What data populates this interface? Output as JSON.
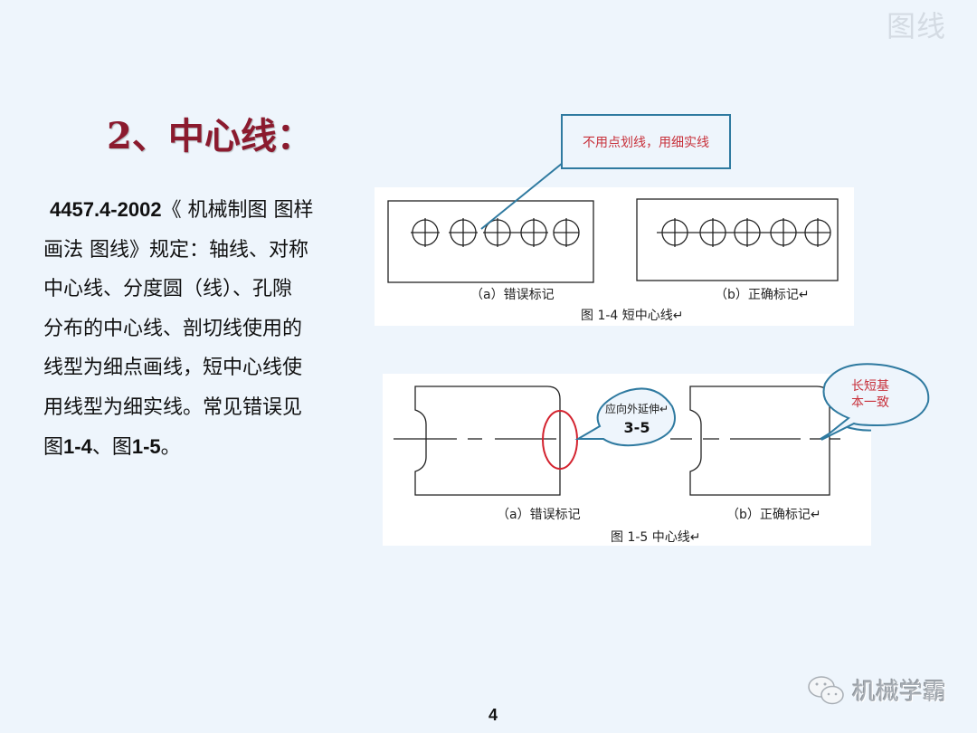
{
  "header": {
    "watermark": "图线",
    "title": "2、中心线："
  },
  "body": {
    "lines": [
      {
        "bold": "4457.4-2002",
        "text": "《 机械制图 图样"
      },
      {
        "text": "画法 图线》规定：轴线、对称"
      },
      {
        "text": "中心线、分度圆（线）、孔隙"
      },
      {
        "text": "分布的中心线、剖切线使用的"
      },
      {
        "text": "线型为细点画线，短中心线使"
      },
      {
        "text": "用线型为细实线。常见错误见"
      }
    ],
    "last_line": {
      "p1": "图",
      "b1": "1-4",
      "p2": "、图",
      "b2": "1-5",
      "p3": "。"
    }
  },
  "figure1": {
    "callout": "不用点划线，用细实线",
    "label_a": "（a）错误标记",
    "label_b": "（b）正确标记↵",
    "caption": "图 1-4   短中心线↵",
    "callout_color": "#2f7aa0",
    "callout_text_color": "#c8323c"
  },
  "figure2": {
    "bubble_a_line1": "应向外延伸↵",
    "bubble_a_line2": "3-5",
    "bubble_b_line1": "长短基",
    "bubble_b_line2": "本一致",
    "label_a": "（a）错误标记",
    "label_b": "（b）正确标记↵",
    "caption": "图 1-5   中心线↵",
    "highlight_color": "#d3222e"
  },
  "footer": {
    "page_number": "4",
    "brand": "机械学霸"
  }
}
